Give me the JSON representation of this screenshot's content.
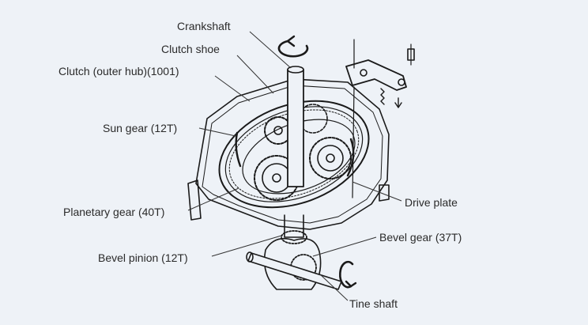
{
  "labels": {
    "crankshaft": "Crankshaft",
    "clutch_shoe": "Clutch shoe",
    "clutch_outer_hub": "Clutch (outer hub)(1001)",
    "sun_gear": "Sun gear (12T)",
    "planetary_gear": "Planetary gear (40T)",
    "bevel_pinion": "Bevel pinion (12T)",
    "drive_plate": "Drive plate",
    "bevel_gear": "Bevel gear (37T)",
    "tine_shaft": "Tine shaft"
  },
  "colors": {
    "background": "#eef2f7",
    "ink": "#1a1a1a",
    "leader": "#333333"
  }
}
